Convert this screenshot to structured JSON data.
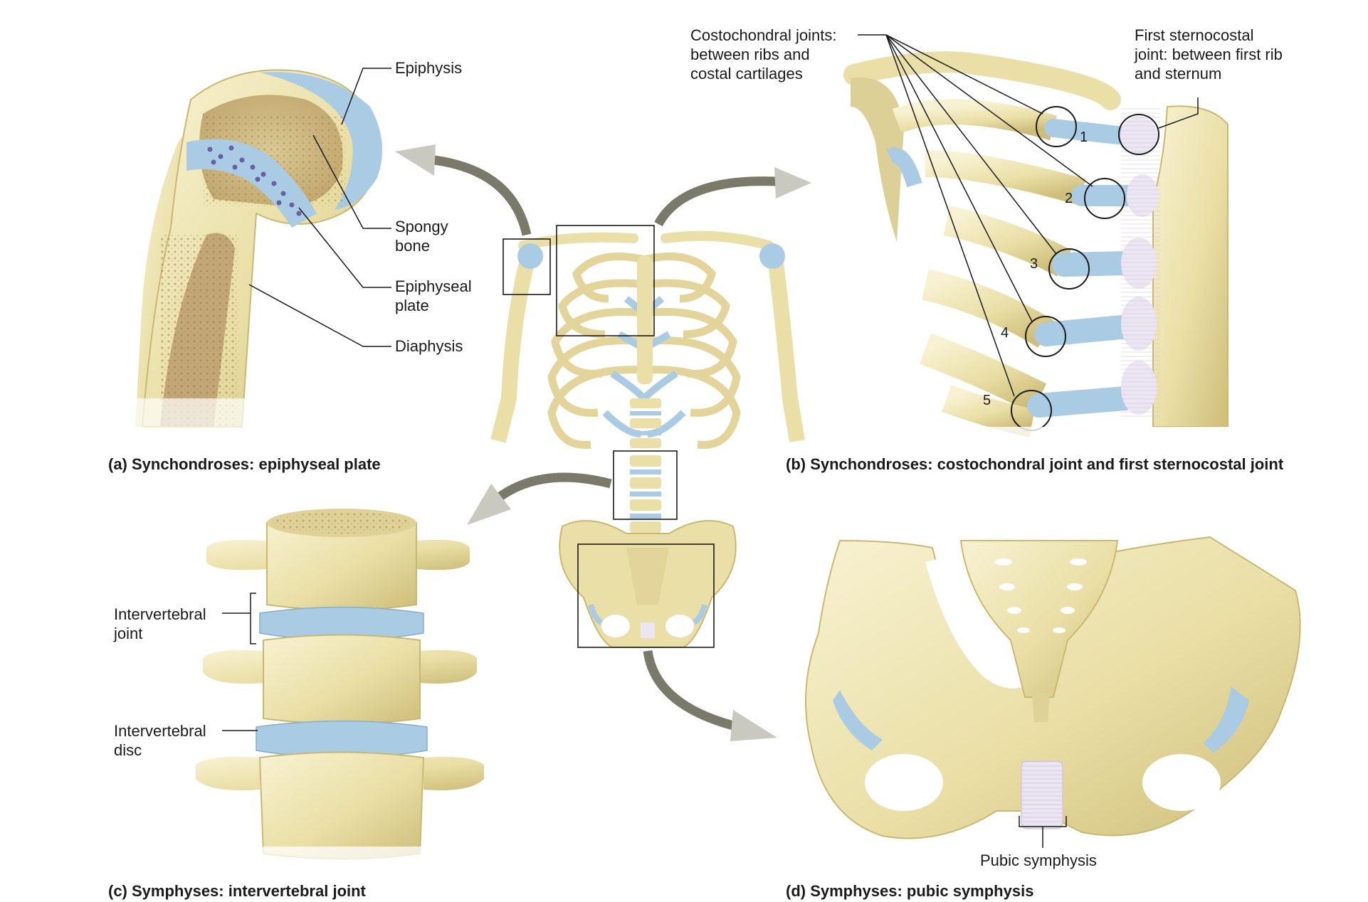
{
  "colors": {
    "bone": "#eadfa6",
    "bone_light": "#f6efc9",
    "bone_shadow": "#c9b970",
    "cartilage": "#a9cbe3",
    "ligament": "#ece6f2",
    "marrow": "#c4a776",
    "text": "#1a1a1a"
  },
  "panel_a": {
    "caption": "(a) Synchondroses: epiphyseal plate",
    "labels": {
      "epiphysis": "Epiphysis",
      "spongy_bone": "Spongy\nbone",
      "epiphyseal_plate": "Epiphyseal\nplate",
      "diaphysis": "Diaphysis"
    }
  },
  "panel_b": {
    "caption": "(b) Synchondroses: costochondral joint and first sternocostal joint",
    "labels": {
      "costochondral": "Costochondral joints:\nbetween ribs and\ncostal cartilages",
      "first_sternocostal": "First sternocostal\njoint: between first rib\nand sternum"
    },
    "rib_numbers": [
      "1",
      "2",
      "3",
      "4",
      "5"
    ]
  },
  "panel_c": {
    "caption": "(c) Symphyses: intervertebral joint",
    "labels": {
      "intervertebral_joint": "Intervertebral\njoint",
      "intervertebral_disc": "Intervertebral\ndisc"
    }
  },
  "panel_d": {
    "caption": "(d) Symphyses: pubic symphysis",
    "labels": {
      "pubic_symphysis": "Pubic symphysis"
    }
  }
}
